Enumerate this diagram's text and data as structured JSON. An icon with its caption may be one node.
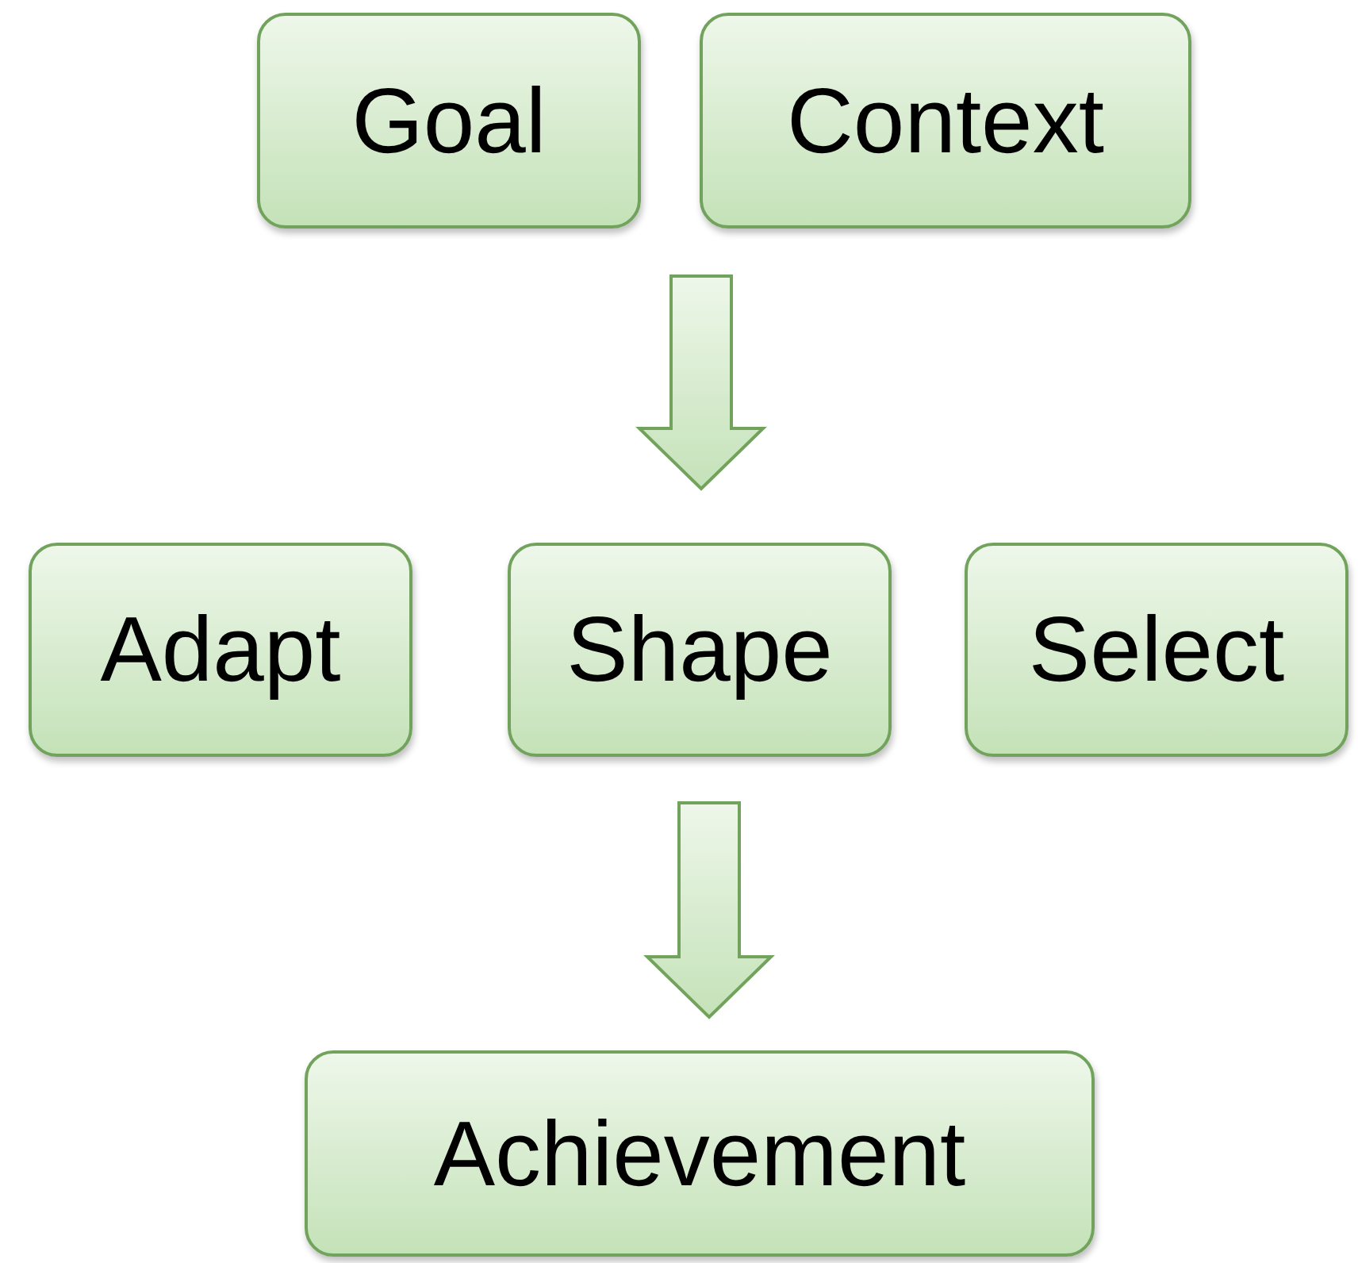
{
  "diagram": {
    "nodes": [
      {
        "text": [
          "Goal"
        ]
      },
      {
        "text": [
          "Context"
        ]
      },
      {
        "text": [
          "Adapt"
        ]
      },
      {
        "text": [
          "Shape"
        ]
      },
      {
        "text": [
          "Select"
        ]
      },
      {
        "text": [
          "Achievement"
        ]
      }
    ],
    "edges": [
      {
        "from": 0,
        "to": 3,
        "arrow": "to"
      },
      {
        "from": 1,
        "to": 3,
        "arrow": "to"
      },
      {
        "from": 3,
        "to": 5,
        "arrow": "to"
      }
    ]
  }
}
